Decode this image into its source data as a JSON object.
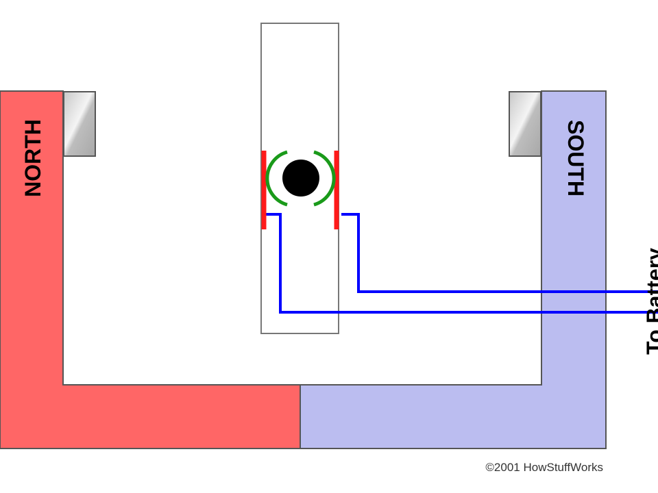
{
  "labels": {
    "north": "NORTH",
    "south": "SOUTH",
    "battery": "To Battery",
    "copyright": "©2001 HowStuffWorks"
  },
  "colors": {
    "north_pole": "#ff6666",
    "south_pole": "#bbbdf0",
    "wire": "#0000ff",
    "brush": "#ff1a1a",
    "field_arc": "#1a9a1a",
    "axle": "#000000",
    "pole_piece": "#cccccc",
    "outline": "#555555"
  }
}
